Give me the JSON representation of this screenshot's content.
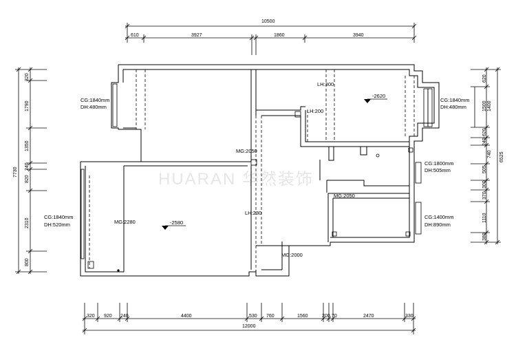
{
  "watermark": "HUARAN 华然装饰",
  "top_dimensions": {
    "total": "10500",
    "segments": [
      "610",
      "3927",
      "1860",
      "3940"
    ]
  },
  "bottom_dimensions": {
    "total": "12000",
    "segments": [
      "320",
      "920",
      "240",
      "4400",
      "530",
      "760",
      "1560",
      "200",
      "70",
      "2470",
      "330"
    ]
  },
  "left_dimensions": {
    "total": "7730",
    "segments": [
      "320",
      "1790",
      "1350",
      "240",
      "820",
      "2310",
      "800"
    ]
  },
  "right_dimensions": {
    "total": "6525",
    "outer": [
      "620",
      "1500",
      "620",
      "240",
      "505",
      "300",
      "370",
      "1110",
      "380"
    ],
    "inner": [
      "1400",
      "740"
    ]
  },
  "window_labels": [
    {
      "cg": "CG:1840mm",
      "dh": "DH:480mm"
    },
    {
      "cg": "CG:1840mm",
      "dh": "DH:480mm"
    },
    {
      "cg": "CG:1800mm",
      "dh": "DH:505mm"
    },
    {
      "cg": "CG:1840mm",
      "dh": "DH:520mm"
    },
    {
      "cg": "CG:1400mm",
      "dh": "DH:890mm"
    }
  ],
  "door_labels": [
    "MG:2050",
    "MG:2280",
    "MG:2050",
    "MG:2000"
  ],
  "beam_labels": [
    "LH:300",
    "LH:200",
    "LH:230"
  ],
  "levels": [
    "-2620",
    "-2580"
  ]
}
